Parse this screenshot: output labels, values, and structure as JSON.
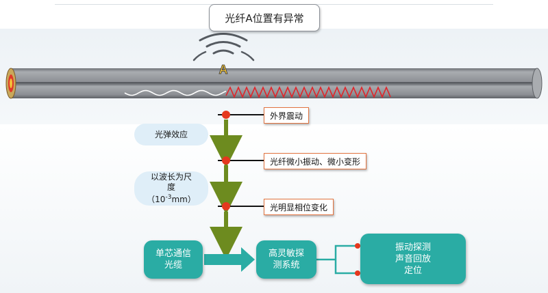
{
  "callout": {
    "text": "光纤A位置有异常"
  },
  "fiber_marker": "A",
  "effects": [
    {
      "lines": [
        "光弹效应"
      ]
    },
    {
      "lines": [
        "以波长为尺",
        "度",
        "（10",
        "-3",
        "mm）"
      ]
    }
  ],
  "stages": [
    {
      "label": "外界震动"
    },
    {
      "label": "光纤微小振动、微小变形"
    },
    {
      "label": "光明显相位变化"
    }
  ],
  "system": {
    "source": [
      "单芯通信",
      "光缆"
    ],
    "detector": [
      "高灵敏探",
      "测系统"
    ],
    "output": [
      "振动探测",
      "声音回放",
      "定位"
    ]
  },
  "colors": {
    "teal": "#2aaca4",
    "arrow_green": "#6d8b1f",
    "dot_red": "#e5381e",
    "wave_red": "#e0252a",
    "label_border": "#e2733f"
  }
}
